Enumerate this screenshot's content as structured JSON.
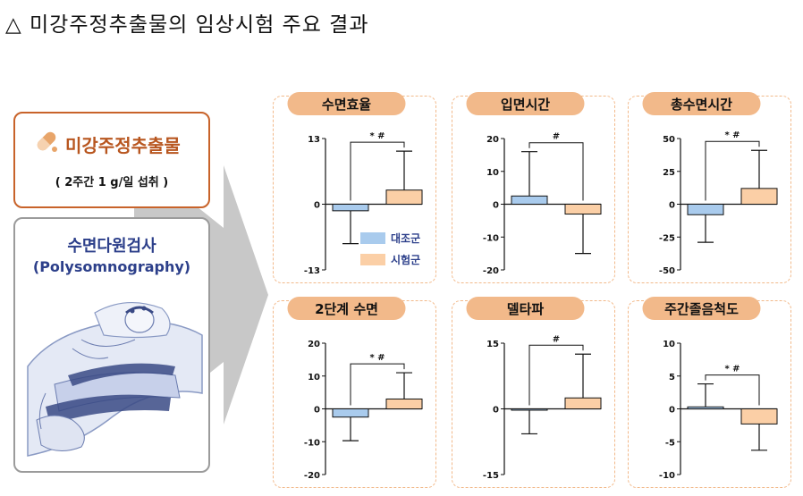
{
  "title": "△ 미강주정추출물의 임상시험 주요 결과",
  "supplement": {
    "name": "미강주정추출물",
    "dose": "( 2주간 1 g/일 섭취 )",
    "icon": "capsule-icon"
  },
  "psg": {
    "title": "수면다원검사",
    "subtitle": "(Polysomnography)",
    "image": "sleeping-patient-illustration"
  },
  "colors": {
    "control": "#a9cbed",
    "test": "#fbcfa6",
    "pill": "#f2b98a",
    "border_orange": "#c8632a",
    "border_gray": "#9b9b9b"
  },
  "legend": {
    "control": "대조군",
    "test": "시험군"
  },
  "chart_data": [
    {
      "type": "bar",
      "title": "수면효율",
      "categories": [
        "대조군",
        "시험군"
      ],
      "values": [
        -1.3,
        2.8
      ],
      "error": [
        6.5,
        7.7
      ],
      "ylim": [
        -13,
        13
      ],
      "ticks": [
        "13",
        "0",
        "-13"
      ],
      "significance": "* #"
    },
    {
      "type": "bar",
      "title": "입면시간",
      "categories": [
        "대조군",
        "시험군"
      ],
      "values": [
        2.5,
        -3
      ],
      "error": [
        13.5,
        12
      ],
      "ylim": [
        -20,
        20
      ],
      "ticks": [
        "20",
        "10",
        "0",
        "-10",
        "-20"
      ],
      "significance": "#"
    },
    {
      "type": "bar",
      "title": "총수면시간",
      "categories": [
        "대조군",
        "시험군"
      ],
      "values": [
        -8,
        12
      ],
      "error": [
        21,
        29
      ],
      "ylim": [
        -50,
        50
      ],
      "ticks": [
        "50",
        "25",
        "0",
        "-25",
        "-50"
      ],
      "significance": "* #"
    },
    {
      "type": "bar",
      "title": "2단계 수면",
      "categories": [
        "대조군",
        "시험군"
      ],
      "values": [
        -2.5,
        3
      ],
      "error": [
        7.2,
        8
      ],
      "ylim": [
        -20,
        20
      ],
      "ticks": [
        "20",
        "10",
        "0",
        "-10",
        "-20"
      ],
      "significance": "* #"
    },
    {
      "type": "bar",
      "title": "델타파",
      "categories": [
        "대조군",
        "시험군"
      ],
      "values": [
        -0.2,
        2.5
      ],
      "error": [
        5.5,
        10
      ],
      "ylim": [
        -15,
        15
      ],
      "ticks": [
        "15",
        "0",
        "-15"
      ],
      "significance": "#"
    },
    {
      "type": "bar",
      "title": "주간졸음척도",
      "categories": [
        "대조군",
        "시험군"
      ],
      "values": [
        0.3,
        -2.3
      ],
      "error": [
        3.5,
        4
      ],
      "ylim": [
        -10,
        10
      ],
      "ticks": [
        "10",
        "5",
        "0",
        "-5",
        "-10"
      ],
      "significance": "* #"
    }
  ]
}
